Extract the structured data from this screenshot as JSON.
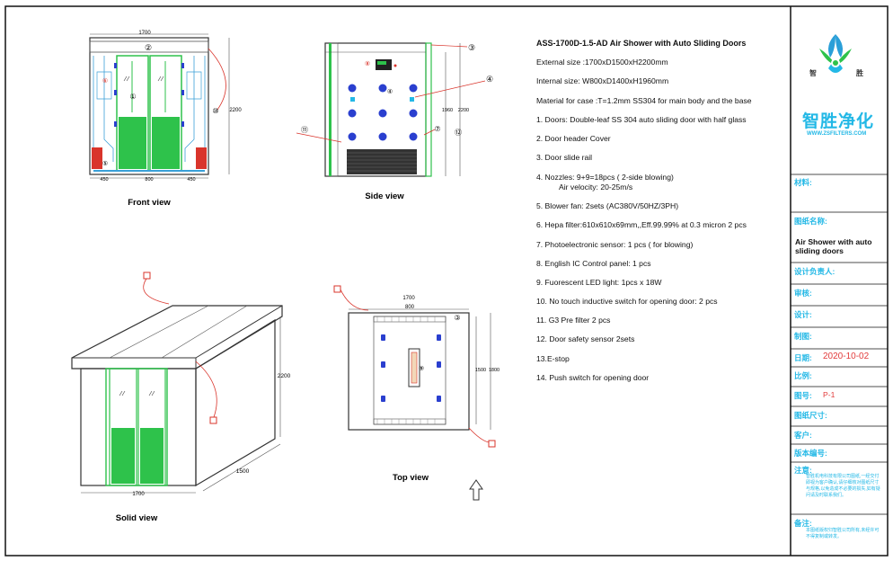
{
  "drawing": {
    "title": "ASS-1700D-1.5-AD Air Shower with Auto Sliding Doors",
    "specs": [
      "External size :1700xD1500xH2200mm",
      "Internal  size: W800xD1400xH1960mm",
      "Material for case :T=1.2mm SS304 for main body and the base",
      "1. Doors: Double-leaf SS 304 auto sliding door with half glass",
      "2. Door    header  Cover",
      "3.  Door  slide  rail",
      "4.  Nozzles: 9+9=18pcs ( 2-side blowing)",
      "Air velocity: 20-25m/s",
      "5. Blower fan:       2sets    (AC380V/50HZ/3PH)",
      "6. Hepa filter:610x610x69mm,,Eff.99.99% at 0.3 micron 2 pcs",
      "7.  Photoelectronic sensor: 1 pcs ( for blowing)",
      "8.  English IC Control  panel: 1 pcs",
      "9.  Fuorescent LED light:  1pcs x 18W",
      "10. No touch inductive switch for opening door: 2 pcs",
      "11. G3 Pre filter  2 pcs",
      "12. Door safety sensor  2sets",
      "13.E-stop",
      "14. Push switch for opening door"
    ]
  },
  "views": {
    "front": "Front view",
    "side": "Side view",
    "solid": "Solid view",
    "top": "Top view"
  },
  "dims": {
    "front_width": "1700",
    "front_height": "2200",
    "front_side_left": "450",
    "front_door": "800",
    "front_side_right": "450",
    "side_inner_h": "1960",
    "side_outer_h": "2200",
    "solid_height": "2200",
    "solid_depth": "1500",
    "solid_width": "1700",
    "top_width": "1700",
    "top_door": "800",
    "top_inner_d": "1500",
    "top_outer_d": "1800"
  },
  "callouts": {
    "c1": "①",
    "c2": "②",
    "c3": "③",
    "c4": "④",
    "c5": "⑤",
    "c6": "⑥",
    "c7": "⑦",
    "c8": "⑧",
    "c9": "⑨",
    "c10": "⑩",
    "c11": "⑪",
    "c12": "⑫"
  },
  "titleblock": {
    "company_cn": "智胜净化",
    "company_url": "WWW.ZSFILTERS.COM",
    "logo_left": "智",
    "logo_right": "胜",
    "material_label": "材料:",
    "name_label": "图纸名称:",
    "name_value": "Air Shower with auto sliding doors",
    "designer_label": "设计负责人:",
    "review_label": "审核:",
    "design_label": "设计:",
    "draw_label": "制图:",
    "date_label": "日期:",
    "date_value": "2020-10-02",
    "scale_label": "比例:",
    "drawing_no_label": "图号:",
    "drawing_no_value": "P-1",
    "size_label": "图纸尺寸:",
    "client_label": "客户:",
    "version_label": "版本编号:",
    "notes_label": "注意:",
    "notes_text": "智胜机电科技有限公司图纸,一经交付即视为客户确认,请仔细核对图纸尺寸与规格,以免造成不必要的损失,如有疑问请及时联系我们。",
    "remark_label": "备注:",
    "remark_text": "本图纸版权归智胜公司所有,未经许可不得复制或转发。"
  },
  "colors": {
    "green": "#2ec24b",
    "blue_accent": "#23b8e6",
    "red": "#d9342b",
    "nozzle": "#2a3fcf"
  }
}
